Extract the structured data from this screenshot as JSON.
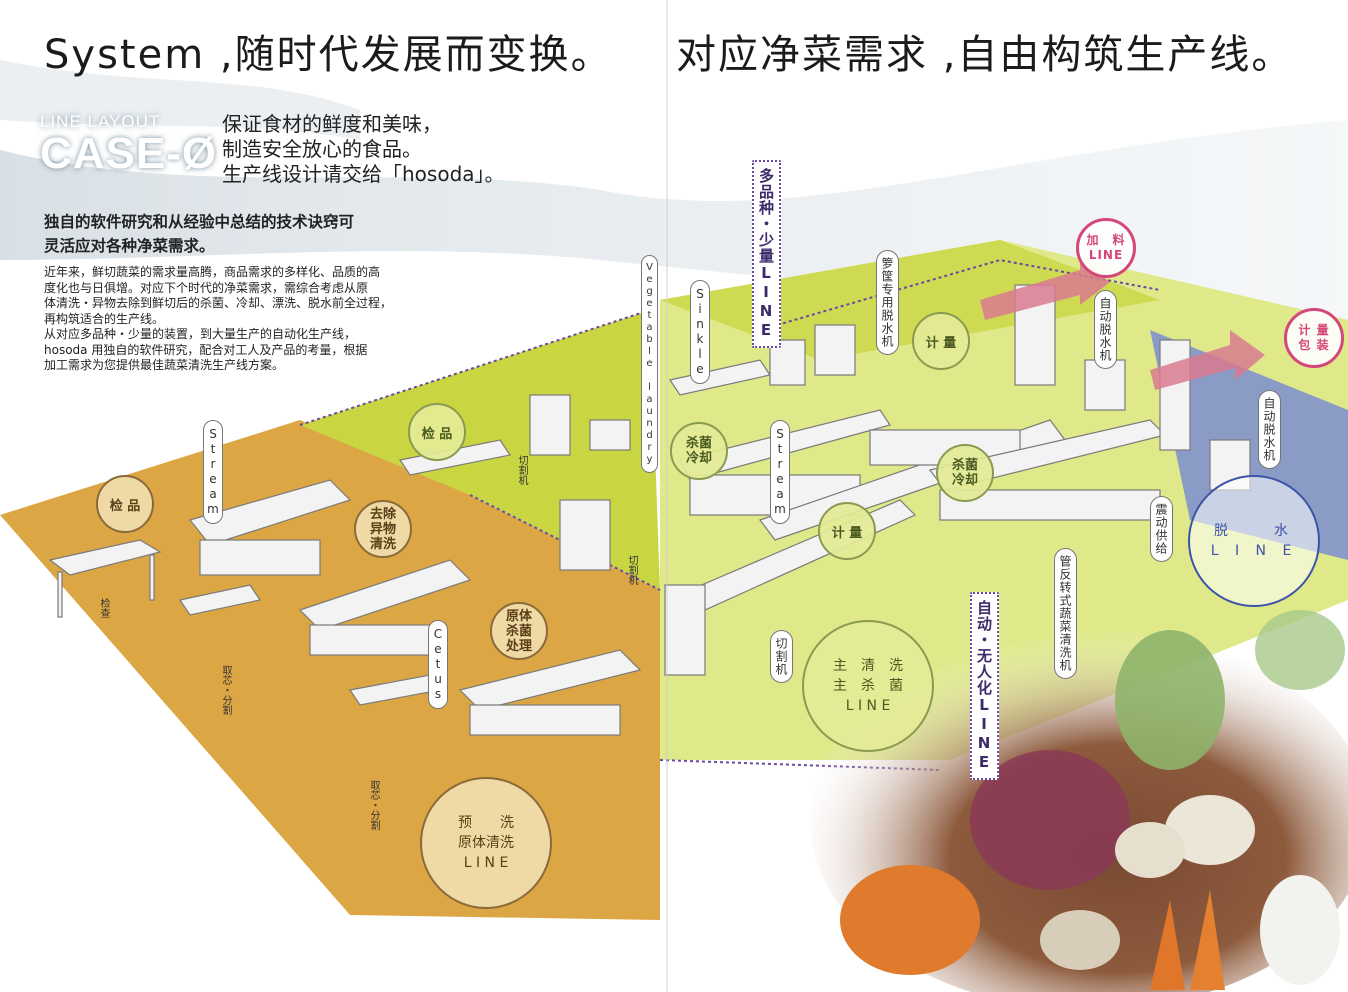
{
  "headline": {
    "left": "System ,随时代发展而变换。",
    "right": "对应净菜需求 ,自由构筑生产线。"
  },
  "case_tag": {
    "small": "LINE LAYOUT",
    "big": "CASE-Ø"
  },
  "intro": {
    "line1": "保证食材的鲜度和美味，",
    "line2": "制造安全放心的食品。",
    "line3": "生产线设计请交给「hosoda」。"
  },
  "lead": {
    "line1": "独自的软件研究和从经验中总结的技术诀窍可",
    "line2": "灵活应对各种净菜需求。"
  },
  "body": {
    "line1": "近年来，鲜切蔬菜的需求量高腾，商品需求的多样化、品质的高",
    "line2": "度化也与日俱增。对应下个时代的净菜需求，需综合考虑从原",
    "line3": "体清洗・异物去除到鲜切后的杀菌、冷却、漂洗、脱水前全过程，",
    "line4": "再构筑适合的生产线。",
    "line5": "从对应多品种・少量的装置，到大量生产的自动化生产线，",
    "line6": "hosoda 用独自的软件研究，配合对工人及产品的考量，根据",
    "line7": "加工需求为您提供最佳蔬菜清洗生产线方案。"
  },
  "badges": {
    "inspect_left": "检 品",
    "inspect_mid": "检 品",
    "remove_foreign": "去除 异物 清洗",
    "raw_sterilize": "原体 杀菌 处理",
    "prewash_line1": "预　　洗",
    "prewash_line2": "原体清洗",
    "prewash_line3": "L I N E",
    "sterilize_cool_1": "杀菌 冷却",
    "sterilize_cool_2": "杀菌 冷却",
    "weigh_1": "计 量",
    "weigh_2": "计 量",
    "main_line1": "主　清　洗",
    "main_line2": "主　杀　菌",
    "main_line3": "L I N E",
    "add_line1": "加　料",
    "add_line2": "LINE",
    "weigh_pack1": "计 量",
    "weigh_pack2": "包 装",
    "dewater_line1": "脱　　水",
    "dewater_line2": "L I N E"
  },
  "vertical_labels": {
    "stream_left": "Stream",
    "cetus": "Cetus",
    "vegetable_laundry": "Vegetable laundry",
    "sinkle": "Sinkle",
    "stream_mid": "Stream",
    "multi_small_line": "多品种・少量LINE",
    "basket_dewater": "箩筐专用脱水机",
    "auto_dewater_1": "自动脱水机",
    "auto_dewater_2": "自动脱水机",
    "vibrate_feed": "震动供给",
    "tube_reverse_washer": "管反转式蔬菜清洗机",
    "auto_unmanned_line": "自动・无人化LINE",
    "cutter_label": "切割机"
  },
  "tiny_labels": {
    "cutter_1": "切割机",
    "cutter_2": "切割机",
    "inspect": "检查",
    "core_split_1": "取芯・分割",
    "core_split_2": "取芯・分割"
  },
  "colors": {
    "zone_orange": "#dca644",
    "zone_yellow_green": "#c9d642",
    "zone_light_green": "#dfe98a",
    "zone_blue": "#7b8ed0",
    "accent_pink": "#d4477a",
    "accent_purple": "#6a4aa0",
    "line_blue": "#3d54a8"
  }
}
